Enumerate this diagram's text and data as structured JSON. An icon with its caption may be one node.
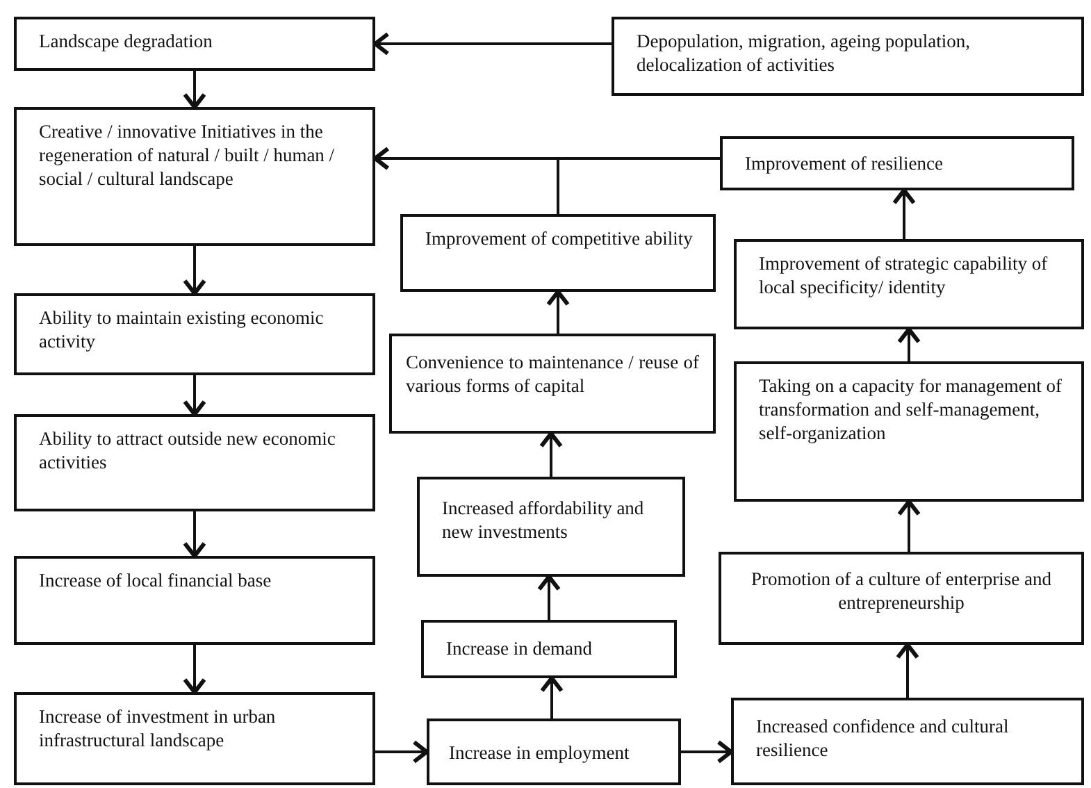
{
  "diagram": {
    "nodes": [
      {
        "text": [
          "Landscape degradation"
        ]
      },
      {
        "text": [
          "Depopulation, migration, ageing population, delocalization of activities"
        ]
      },
      {
        "text": [
          "Creative / innovative Initiatives in the regeneration of natural / built / human / social / cultural landscape"
        ]
      },
      {
        "text": [
          "Ability to maintain existing economic activity"
        ]
      },
      {
        "text": [
          "Ability to attract outside new economic activities"
        ]
      },
      {
        "text": [
          "Increase of local financial base"
        ]
      },
      {
        "text": [
          "Increase of investment in urban infrastructural landscape"
        ]
      },
      {
        "text": [
          "Improvement of competitive ability"
        ]
      },
      {
        "text": [
          "Convenience to maintenance / reuse of various forms of capital"
        ]
      },
      {
        "text": [
          "Increased affordability and new investments"
        ]
      },
      {
        "text": [
          "Increase in demand"
        ]
      },
      {
        "text": [
          "Increase in employment"
        ]
      },
      {
        "text": [
          "Improvement of resilience"
        ]
      },
      {
        "text": [
          "Improvement of strategic capability of local specificity/ identity"
        ]
      },
      {
        "text": [
          "Taking on a capacity for management of transformation and self-management, self-organization"
        ]
      },
      {
        "text": [
          "Promotion of a culture of enterprise and entrepreneurship"
        ]
      },
      {
        "text": [
          "Increased confidence and cultural resilience"
        ]
      }
    ],
    "edges": [
      {
        "from": 1,
        "to": 0,
        "arrow": "to"
      },
      {
        "from": 0,
        "to": 2,
        "arrow": "to"
      },
      {
        "from": 2,
        "to": 3,
        "arrow": "to"
      },
      {
        "from": 3,
        "to": 4,
        "arrow": "to"
      },
      {
        "from": 4,
        "to": 5,
        "arrow": "to"
      },
      {
        "from": 5,
        "to": 6,
        "arrow": "to"
      },
      {
        "from": 6,
        "to": 11,
        "arrow": "to"
      },
      {
        "from": 11,
        "to": 10,
        "arrow": "to"
      },
      {
        "from": 10,
        "to": 9,
        "arrow": "to"
      },
      {
        "from": 9,
        "to": 8,
        "arrow": "to"
      },
      {
        "from": 8,
        "to": 7,
        "arrow": "to"
      },
      {
        "from": 7,
        "to": 2,
        "arrow": "to"
      },
      {
        "from": 12,
        "to": 2,
        "arrow": "to"
      },
      {
        "from": 11,
        "to": 16,
        "arrow": "to"
      },
      {
        "from": 16,
        "to": 15,
        "arrow": "to"
      },
      {
        "from": 15,
        "to": 14,
        "arrow": "to"
      },
      {
        "from": 14,
        "to": 13,
        "arrow": "to"
      },
      {
        "from": 13,
        "to": 12,
        "arrow": "to"
      }
    ]
  }
}
